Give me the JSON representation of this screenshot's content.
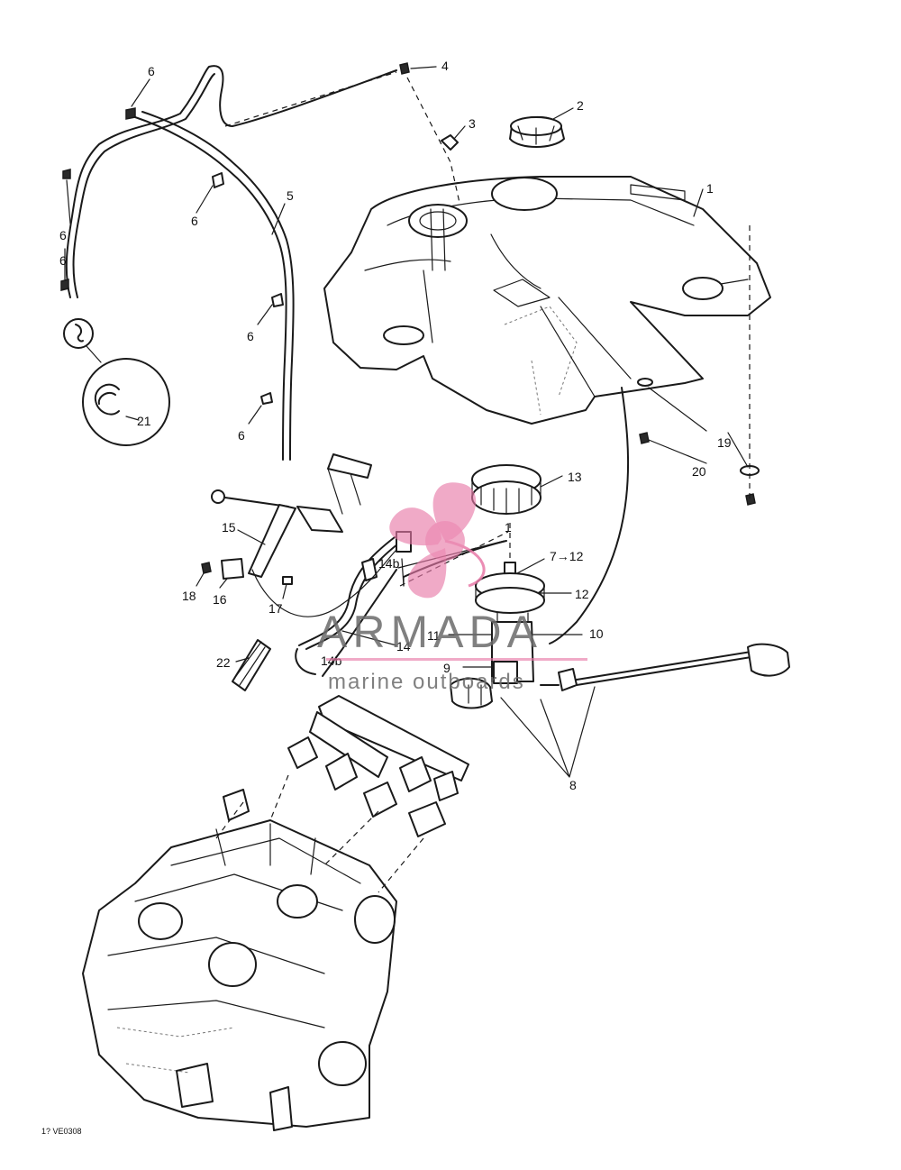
{
  "callouts": [
    {
      "id": "c1",
      "text": "1"
    },
    {
      "id": "c2",
      "text": "2"
    },
    {
      "id": "c3",
      "text": "3"
    },
    {
      "id": "c4",
      "text": "4"
    },
    {
      "id": "c5",
      "text": "5"
    },
    {
      "id": "c6a",
      "text": "6"
    },
    {
      "id": "c6b",
      "text": "6"
    },
    {
      "id": "c6c",
      "text": "6"
    },
    {
      "id": "c6d",
      "text": "6"
    },
    {
      "id": "c6e",
      "text": "6"
    },
    {
      "id": "c6f",
      "text": "6"
    },
    {
      "id": "c7",
      "text": "7→12"
    },
    {
      "id": "c8",
      "text": "8"
    },
    {
      "id": "c9",
      "text": "9"
    },
    {
      "id": "c10",
      "text": "10"
    },
    {
      "id": "c11",
      "text": "11"
    },
    {
      "id": "c12",
      "text": "12"
    },
    {
      "id": "c13",
      "text": "13"
    },
    {
      "id": "c14",
      "text": "14"
    },
    {
      "id": "c14b1",
      "text": "14b"
    },
    {
      "id": "c14b2",
      "text": "14b"
    },
    {
      "id": "c15",
      "text": "15"
    },
    {
      "id": "c16",
      "text": "16"
    },
    {
      "id": "c17",
      "text": "17"
    },
    {
      "id": "c18",
      "text": "18"
    },
    {
      "id": "c19",
      "text": "19"
    },
    {
      "id": "c20",
      "text": "20"
    },
    {
      "id": "c21",
      "text": "21"
    },
    {
      "id": "c22",
      "text": "22"
    },
    {
      "id": "c1b",
      "text": "1"
    }
  ],
  "code": "1? VE0308",
  "watermark": {
    "title": "ARMADA",
    "subtitle": "marine outboards",
    "color": "#e87aa8"
  }
}
